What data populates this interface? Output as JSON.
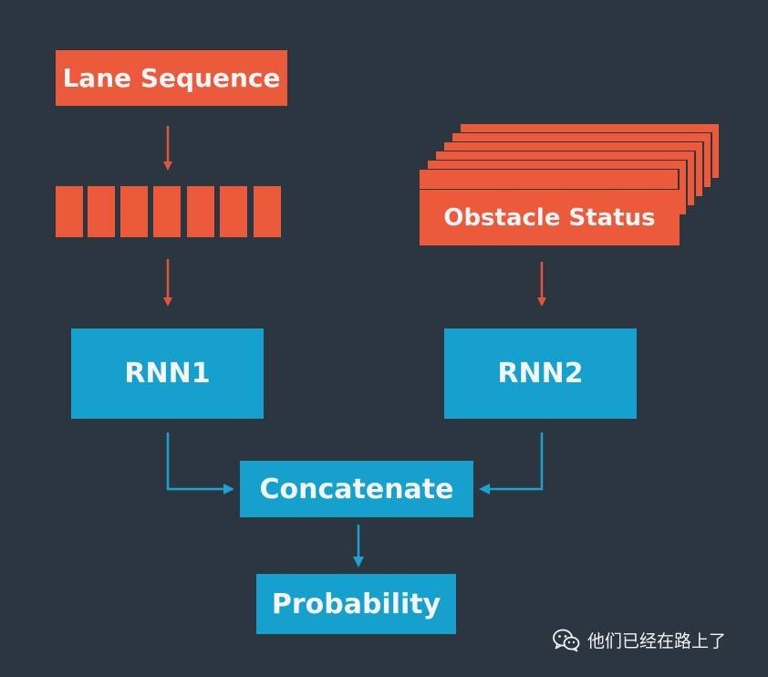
{
  "nodes": {
    "lane_sequence": "Lane Sequence",
    "obstacle_status": "Obstacle Status",
    "rnn1": "RNN1",
    "rnn2": "RNN2",
    "concatenate": "Concatenate",
    "probability": "Probability"
  },
  "sequence_cells": 7,
  "watermark": {
    "text": "他们已经在路上了",
    "icon": "wechat-icon"
  },
  "colors": {
    "background": "#2b3641",
    "orange": "#ec5a3c",
    "blue": "#15a0cd",
    "orange_arrow": "#e2553a",
    "blue_arrow": "#1aa3d2"
  }
}
